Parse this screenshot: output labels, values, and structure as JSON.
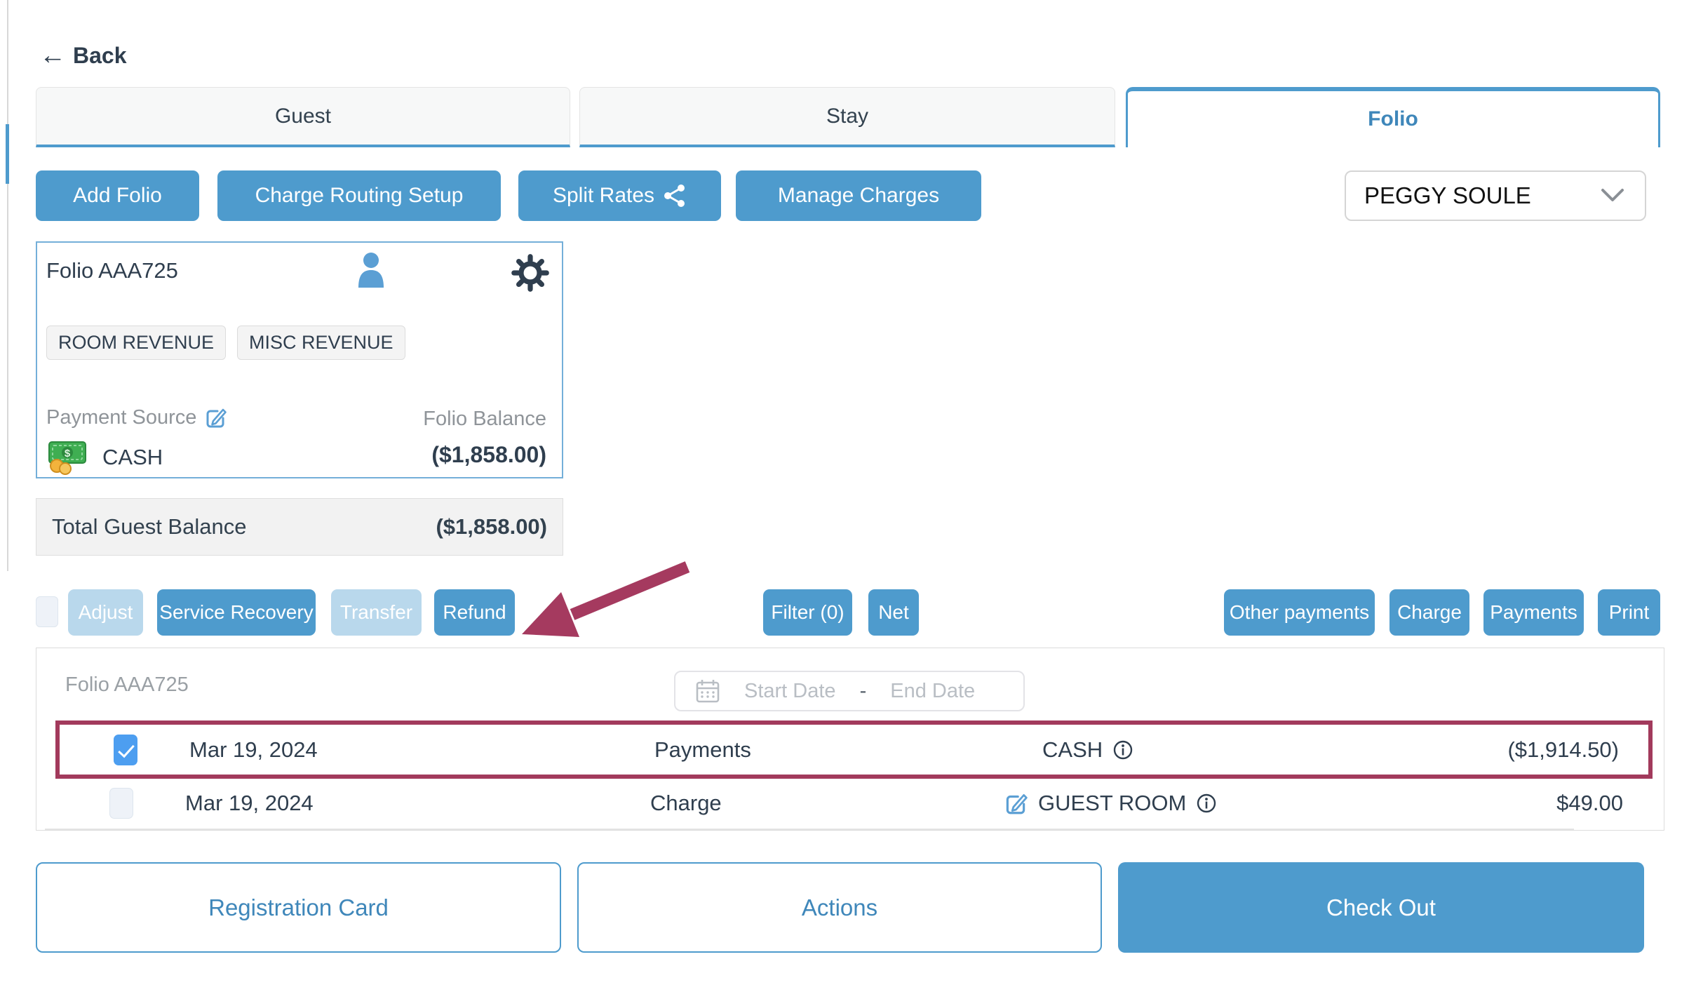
{
  "header": {
    "back_label": "Back"
  },
  "tabs": {
    "guest": "Guest",
    "stay": "Stay",
    "folio": "Folio"
  },
  "toolbar": {
    "add_folio": "Add Folio",
    "charge_routing_setup": "Charge Routing Setup",
    "split_rates": "Split Rates",
    "manage_charges": "Manage Charges"
  },
  "guest_selector": {
    "value": "PEGGY SOULE"
  },
  "folio_card": {
    "title": "Folio AAA725",
    "tags": {
      "0": "ROOM REVENUE",
      "1": "MISC REVENUE"
    },
    "payment_source_label": "Payment Source",
    "payment_source_value": "CASH",
    "balance_label": "Folio Balance",
    "balance_value": "($1,858.00)"
  },
  "totals": {
    "label": "Total Guest Balance",
    "value": "($1,858.00)"
  },
  "actions_row": {
    "adjust": "Adjust",
    "service_recovery": "Service Recovery",
    "transfer": "Transfer",
    "refund": "Refund",
    "filter": "Filter (0)",
    "net": "Net",
    "other_payments": "Other payments",
    "charge": "Charge",
    "payments": "Payments",
    "print": "Print"
  },
  "table": {
    "folio_label": "Folio AAA725",
    "start_date_placeholder": "Start Date",
    "range_separator": "-",
    "end_date_placeholder": "End Date",
    "rows": {
      "0": {
        "date": "Mar 19, 2024",
        "type": "Payments",
        "description": "CASH",
        "amount": "($1,914.50)"
      },
      "1": {
        "date": "Mar 19, 2024",
        "type": "Charge",
        "description": "GUEST ROOM",
        "amount": "$49.00"
      }
    }
  },
  "footer": {
    "registration_card": "Registration Card",
    "actions": "Actions",
    "check_out": "Check Out"
  },
  "colors": {
    "primary_blue": "#4e9bcd",
    "disabled_blue": "#b9d8ec",
    "active_tab_text": "#3f87ba",
    "text_dark": "#2f3e4e",
    "text_gray": "#8f9499",
    "highlight_maroon": "#a23a5c",
    "checkbox_blue": "#4d9ef0",
    "card_border_blue": "#74afd9"
  }
}
